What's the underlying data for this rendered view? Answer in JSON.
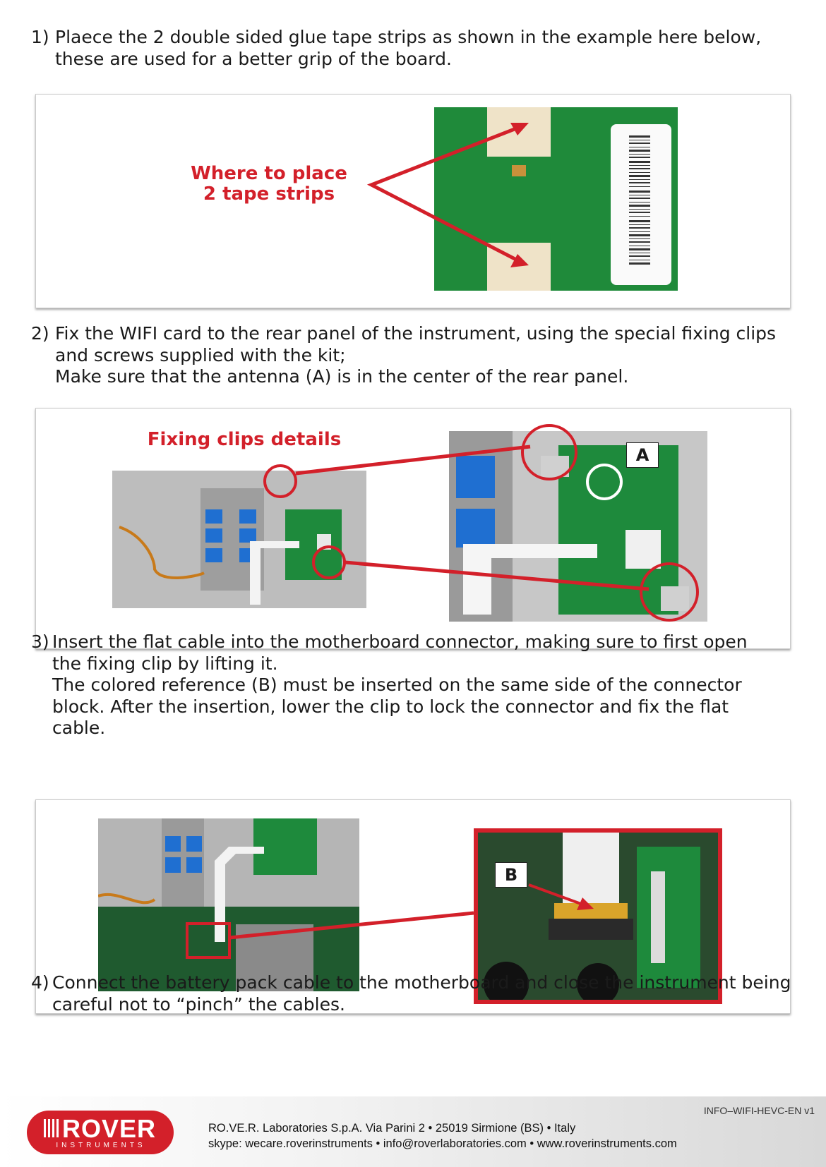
{
  "steps": [
    {
      "number": "1)",
      "lines": [
        "Plaece the 2 double sided glue tape strips as shown in the example here below,",
        "these are used for a better grip of the board."
      ]
    },
    {
      "number": "2)",
      "lines": [
        "Fix the WIFI card to the rear panel of the instrument, using the special fixing clips",
        "and screws supplied with the kit;",
        "Make sure that the antenna (A) is in the center of the rear panel."
      ]
    },
    {
      "number": "3)",
      "lines": [
        "Insert the flat cable into the motherboard connector, making sure to first open",
        "the fixing clip by lifting it.",
        "The colored reference (B) must be inserted on the same side of the connector",
        "block. After the insertion, lower the clip to lock the connector and fix the flat",
        "cable."
      ]
    },
    {
      "number": "4)",
      "lines": [
        "Connect the battery pack cable to the motherboard and close the instrument being",
        "careful not to “pinch” the cables."
      ]
    }
  ],
  "figure1": {
    "label_line1": "Where to place",
    "label_line2": "2 tape strips"
  },
  "figure2": {
    "label": "Fixing clips details",
    "callout": "A"
  },
  "figure3": {
    "callout": "B"
  },
  "footer": {
    "logo_text": "ROVER",
    "logo_subtext": "INSTRUMENTS",
    "address": "RO.VE.R. Laboratories S.p.A.  Via Parini 2 • 25019 Sirmione (BS) • Italy",
    "contacts": "skype: wecare.roverinstruments • info@roverlaboratories.com • www.roverinstruments.com",
    "doc_ref": "INFO–WIFI-HEVC-EN v1"
  },
  "colors": {
    "accent_red": "#d3202a",
    "pcb_green": "#1e8a3c",
    "panel_grey": "#b8b8b8",
    "tape_blue": "#1f6fd1"
  }
}
